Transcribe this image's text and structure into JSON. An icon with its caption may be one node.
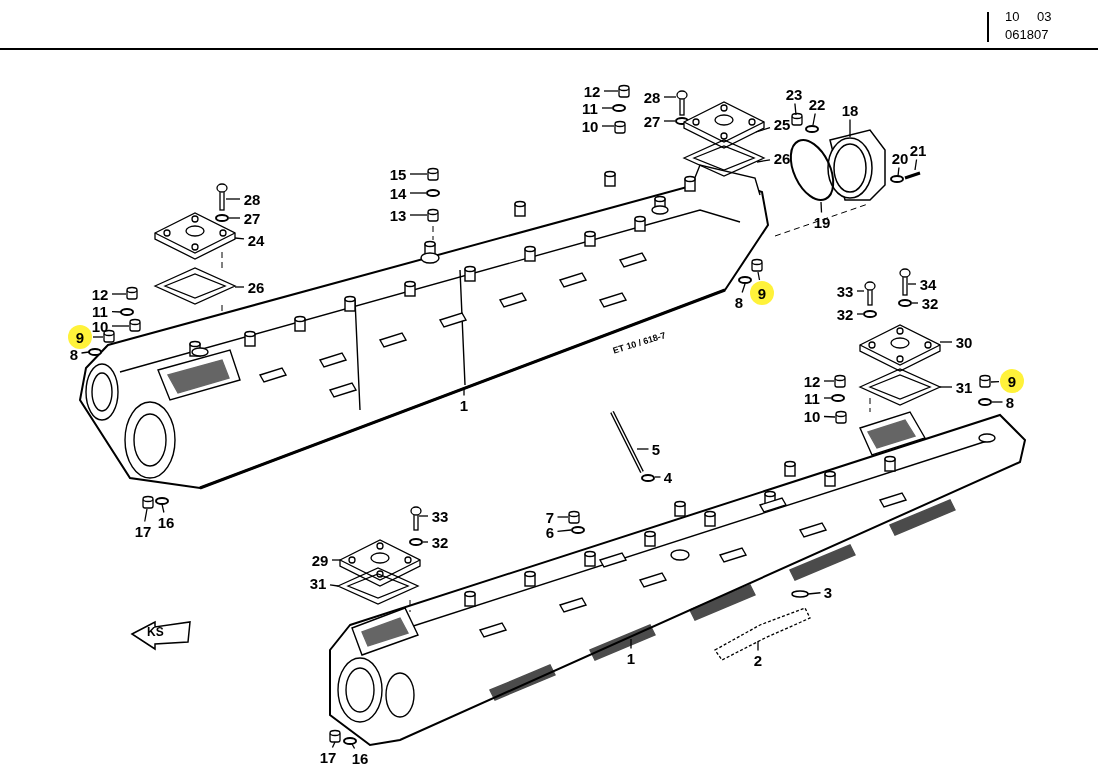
{
  "diagram": {
    "nodes": [
      {
        "text": [
          "12"
        ]
      },
      {
        "text": [
          "11"
        ]
      },
      {
        "text": [
          "10"
        ]
      },
      {
        "text": [
          "28"
        ]
      },
      {
        "text": [
          "27"
        ]
      },
      {
        "text": [
          "25"
        ]
      },
      {
        "text": [
          "26"
        ]
      },
      {
        "text": [
          "23"
        ]
      },
      {
        "text": [
          "22"
        ]
      },
      {
        "text": [
          "18"
        ]
      },
      {
        "text": [
          "20"
        ]
      },
      {
        "text": [
          "21"
        ]
      },
      {
        "text": [
          "19"
        ]
      },
      {
        "text": [
          "15"
        ]
      },
      {
        "text": [
          "14"
        ]
      },
      {
        "text": [
          "13"
        ]
      },
      {
        "text": [
          "28"
        ]
      },
      {
        "text": [
          "27"
        ]
      },
      {
        "text": [
          "24"
        ]
      },
      {
        "text": [
          "26"
        ]
      },
      {
        "text": [
          "12"
        ]
      },
      {
        "text": [
          "11"
        ]
      },
      {
        "text": [
          "10"
        ]
      },
      {
        "text": [
          "9"
        ]
      },
      {
        "text": [
          "8"
        ]
      },
      {
        "text": [
          "8"
        ]
      },
      {
        "text": [
          "9"
        ]
      },
      {
        "text": [
          "1"
        ]
      },
      {
        "text": [
          "33"
        ]
      },
      {
        "text": [
          "34"
        ]
      },
      {
        "text": [
          "32"
        ]
      },
      {
        "text": [
          "32"
        ]
      },
      {
        "text": [
          "30"
        ]
      },
      {
        "text": [
          "12"
        ]
      },
      {
        "text": [
          "11"
        ]
      },
      {
        "text": [
          "10"
        ]
      },
      {
        "text": [
          "31"
        ]
      },
      {
        "text": [
          "9"
        ]
      },
      {
        "text": [
          "8"
        ]
      },
      {
        "text": [
          "5"
        ]
      },
      {
        "text": [
          "4"
        ]
      },
      {
        "text": [
          "7"
        ]
      },
      {
        "text": [
          "6"
        ]
      },
      {
        "text": [
          "33"
        ]
      },
      {
        "text": [
          "32"
        ]
      },
      {
        "text": [
          "29"
        ]
      },
      {
        "text": [
          "31"
        ]
      },
      {
        "text": [
          "3"
        ]
      },
      {
        "text": [
          "2"
        ]
      },
      {
        "text": [
          "1"
        ]
      },
      {
        "text": [
          "17"
        ]
      },
      {
        "text": [
          "16"
        ]
      },
      {
        "text": [
          "17"
        ]
      },
      {
        "text": [
          "16"
        ]
      },
      {
        "text": [],
        "shape": "picture"
      },
      {
        "text": [],
        "shape": "picture"
      },
      {
        "text": [],
        "shape": "cylinder"
      },
      {
        "text": [],
        "shape": "circle"
      },
      {
        "text": [],
        "shape": "cylinder"
      },
      {
        "text": [],
        "shape": "picture"
      },
      {
        "text": [],
        "shape": "circle"
      },
      {
        "text": [],
        "shape": "picture"
      },
      {
        "text": [],
        "shape": "picture"
      },
      {
        "text": [],
        "shape": "cylinder"
      },
      {
        "text": [],
        "shape": "circle"
      },
      {
        "text": [],
        "shape": "picture"
      },
      {
        "text": [],
        "shape": "circle"
      },
      {
        "text": [],
        "shape": "picture"
      },
      {
        "text": [],
        "shape": "circle"
      },
      {
        "text": [],
        "shape": "cylinder"
      },
      {
        "text": [],
        "shape": "circle"
      },
      {
        "text": [],
        "shape": "cylinder"
      },
      {
        "text": [],
        "shape": "picture"
      },
      {
        "text": [],
        "shape": "circle"
      },
      {
        "text": [],
        "shape": "picture"
      },
      {
        "text": [],
        "shape": "picture"
      },
      {
        "text": [],
        "shape": "cylinder"
      },
      {
        "text": [],
        "shape": "circle"
      },
      {
        "text": [],
        "shape": "cylinder"
      },
      {
        "text": [],
        "shape": "cylinder"
      },
      {
        "text": [],
        "shape": "circle"
      },
      {
        "text": [],
        "shape": "circle"
      },
      {
        "text": [],
        "shape": "cylinder"
      },
      {
        "text": [],
        "shape": "picture"
      },
      {
        "text": [],
        "shape": "picture"
      },
      {
        "text": [],
        "shape": "circle"
      },
      {
        "text": [],
        "shape": "circle"
      },
      {
        "text": [],
        "shape": "picture"
      },
      {
        "text": [],
        "shape": "cylinder"
      },
      {
        "text": [],
        "shape": "circle"
      },
      {
        "text": [],
        "shape": "cylinder"
      },
      {
        "text": [],
        "shape": "picture"
      },
      {
        "text": [],
        "shape": "cylinder"
      },
      {
        "text": [],
        "shape": "circle"
      },
      {
        "text": [],
        "shape": "picture"
      },
      {
        "text": [],
        "shape": "circle"
      },
      {
        "text": [],
        "shape": "cylinder"
      },
      {
        "text": [],
        "shape": "circle"
      },
      {
        "text": [],
        "shape": "picture"
      },
      {
        "text": [],
        "shape": "circle"
      },
      {
        "text": [],
        "shape": "picture"
      },
      {
        "text": [],
        "shape": "picture"
      },
      {
        "text": [],
        "shape": "circle"
      },
      {
        "text": [],
        "shape": "picture"
      },
      {
        "text": [],
        "shape": "cylinder"
      },
      {
        "text": [],
        "shape": "circle"
      },
      {
        "text": [],
        "shape": "cylinder"
      },
      {
        "text": [],
        "shape": "circle"
      }
    ],
    "edges": [
      {
        "from": 0,
        "to": 56,
        "arrow": "none"
      },
      {
        "from": 1,
        "to": 57,
        "arrow": "none"
      },
      {
        "from": 2,
        "to": 58,
        "arrow": "none"
      },
      {
        "from": 3,
        "to": 59,
        "arrow": "none"
      },
      {
        "from": 4,
        "to": 60,
        "arrow": "none"
      },
      {
        "from": 5,
        "to": 61,
        "arrow": "none"
      },
      {
        "from": 6,
        "to": 62,
        "arrow": "none"
      },
      {
        "from": 7,
        "to": 63,
        "arrow": "none"
      },
      {
        "from": 8,
        "to": 64,
        "arrow": "none"
      },
      {
        "from": 9,
        "to": 65,
        "arrow": "none"
      },
      {
        "from": 10,
        "to": 66,
        "arrow": "none"
      },
      {
        "from": 11,
        "to": 67,
        "arrow": "none"
      },
      {
        "from": 12,
        "to": 68,
        "arrow": "none"
      },
      {
        "from": 13,
        "to": 69,
        "arrow": "none"
      },
      {
        "from": 14,
        "to": 70,
        "arrow": "none"
      },
      {
        "from": 15,
        "to": 71,
        "arrow": "none"
      },
      {
        "from": 16,
        "to": 72,
        "arrow": "none"
      },
      {
        "from": 17,
        "to": 73,
        "arrow": "none"
      },
      {
        "from": 18,
        "to": 74,
        "arrow": "none"
      },
      {
        "from": 19,
        "to": 75,
        "arrow": "none"
      },
      {
        "from": 20,
        "to": 76,
        "arrow": "none"
      },
      {
        "from": 21,
        "to": 77,
        "arrow": "none"
      },
      {
        "from": 22,
        "to": 78,
        "arrow": "none"
      },
      {
        "from": 23,
        "to": 79,
        "arrow": "none"
      },
      {
        "from": 24,
        "to": 80,
        "arrow": "none"
      },
      {
        "from": 25,
        "to": 81,
        "arrow": "none"
      },
      {
        "from": 26,
        "to": 82,
        "arrow": "none"
      },
      {
        "from": 27,
        "to": 54,
        "arrow": "none"
      },
      {
        "from": 28,
        "to": 83,
        "arrow": "none"
      },
      {
        "from": 29,
        "to": 84,
        "arrow": "none"
      },
      {
        "from": 30,
        "to": 85,
        "arrow": "none"
      },
      {
        "from": 31,
        "to": 86,
        "arrow": "none"
      },
      {
        "from": 32,
        "to": 87,
        "arrow": "none"
      },
      {
        "from": 33,
        "to": 88,
        "arrow": "none"
      },
      {
        "from": 34,
        "to": 89,
        "arrow": "none"
      },
      {
        "from": 35,
        "to": 90,
        "arrow": "none"
      },
      {
        "from": 36,
        "to": 91,
        "arrow": "none"
      },
      {
        "from": 37,
        "to": 92,
        "arrow": "none"
      },
      {
        "from": 38,
        "to": 93,
        "arrow": "none"
      },
      {
        "from": 39,
        "to": 94,
        "arrow": "none"
      },
      {
        "from": 40,
        "to": 95,
        "arrow": "none"
      },
      {
        "from": 41,
        "to": 96,
        "arrow": "none"
      },
      {
        "from": 42,
        "to": 97,
        "arrow": "none"
      },
      {
        "from": 43,
        "to": 98,
        "arrow": "none"
      },
      {
        "from": 44,
        "to": 99,
        "arrow": "none"
      },
      {
        "from": 45,
        "to": 100,
        "arrow": "none"
      },
      {
        "from": 46,
        "to": 101,
        "arrow": "none"
      },
      {
        "from": 47,
        "to": 102,
        "arrow": "none"
      },
      {
        "from": 48,
        "to": 103,
        "arrow": "none"
      },
      {
        "from": 49,
        "to": 55,
        "arrow": "none"
      },
      {
        "from": 50,
        "to": 104,
        "arrow": "none"
      },
      {
        "from": 51,
        "to": 105,
        "arrow": "none"
      },
      {
        "from": 52,
        "to": 106,
        "arrow": "none"
      },
      {
        "from": 53,
        "to": 107,
        "arrow": "none"
      }
    ],
    "labels": [
      "10",
      "03",
      "061807",
      "ET 10 / 618-7",
      "KS"
    ]
  }
}
